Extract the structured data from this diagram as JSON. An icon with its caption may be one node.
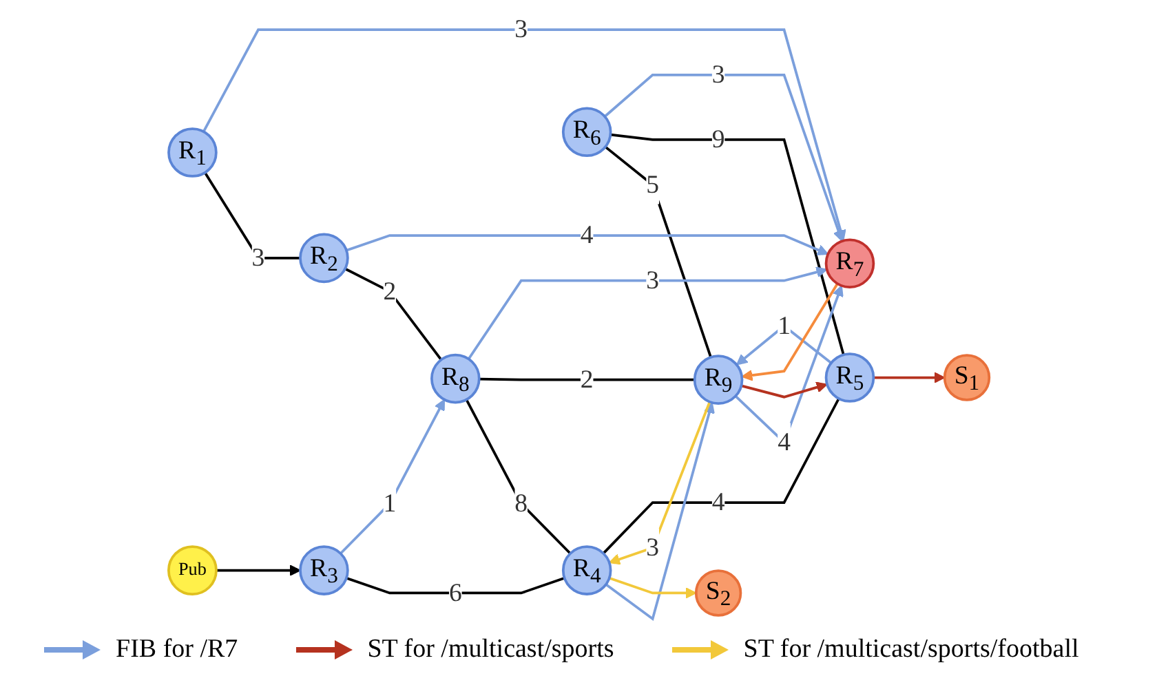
{
  "diagram": {
    "nodes": [
      {
        "text": [
          "R$_{2}$"
        ]
      },
      {
        "text": [
          "R$_{3}$"
        ]
      },
      {
        "text": [
          "Pub"
        ]
      },
      {
        "text": [
          "R$_{8}$"
        ]
      },
      {
        "text": [
          "R$_{1}$"
        ]
      },
      {
        "text": [
          "R$_{7}$"
        ]
      },
      {
        "text": [
          "R$_{4}$"
        ]
      },
      {
        "text": [
          "S$_{2}$"
        ]
      },
      {
        "text": [
          "R$_{9}$"
        ]
      },
      {
        "text": [
          "R$_{6}$"
        ]
      },
      {
        "text": [
          "R$_{5}$"
        ]
      },
      {
        "text": [
          "S$_{1}$"
        ]
      }
    ],
    "edges": [
      {
        "from": 4,
        "to": 0,
        "arrow": "none",
        "label": "3"
      },
      {
        "from": 0,
        "to": 3,
        "arrow": "none",
        "label": "2"
      },
      {
        "from": 1,
        "to": 6,
        "arrow": "none",
        "label": "6"
      },
      {
        "from": 3,
        "to": 6,
        "arrow": "none",
        "label": "8"
      },
      {
        "from": 3,
        "to": 8,
        "arrow": "none",
        "label": "2"
      },
      {
        "from": 9,
        "to": 8,
        "arrow": "none",
        "label": "5"
      },
      {
        "from": 9,
        "to": 10,
        "arrow": "none",
        "label": "9"
      },
      {
        "from": 10,
        "to": 6,
        "arrow": "none",
        "label": "4"
      },
      {
        "from": 2,
        "to": 1,
        "arrow": "to"
      },
      {
        "from": 0,
        "to": 5,
        "arrow": "to",
        "label": "4",
        "color": "#7b9fdc"
      },
      {
        "from": 4,
        "to": 5,
        "arrow": "to",
        "label": "3",
        "color": "#7b9fdc"
      },
      {
        "from": 1,
        "to": 3,
        "arrow": "to",
        "label": "1",
        "color": "#7b9fdc"
      },
      {
        "from": 3,
        "to": 5,
        "arrow": "to",
        "label": "3",
        "color": "#7b9fdc"
      },
      {
        "from": 8,
        "to": 5,
        "arrow": "to",
        "label": "4",
        "color": "#7b9fdc"
      },
      {
        "from": 9,
        "to": 5,
        "arrow": "to",
        "label": "3",
        "color": "#7b9fdc"
      },
      {
        "from": 6,
        "to": 8,
        "arrow": "to",
        "color": "#7b9fdc"
      },
      {
        "from": 10,
        "to": 8,
        "arrow": "to",
        "label": "1",
        "color": "#7b9fdc"
      },
      {
        "from": 8,
        "to": 6,
        "arrow": "to",
        "label": "3",
        "color": "#f2c83a"
      },
      {
        "from": 6,
        "to": 7,
        "arrow": "to",
        "color": "#f2c83a"
      },
      {
        "from": 8,
        "to": 10,
        "arrow": "to",
        "color": "#b5321f"
      },
      {
        "from": 10,
        "to": 11,
        "arrow": "to",
        "color": "#b5321f"
      },
      {
        "from": 5,
        "to": 8,
        "arrow": "to",
        "color": "#f58b3c"
      }
    ],
    "legend": [
      {
        "text": "FIB for /R7"
      },
      {
        "text": "ST for /multicast/sports"
      },
      {
        "text": "ST for /multicast/sports/football"
      }
    ]
  }
}
